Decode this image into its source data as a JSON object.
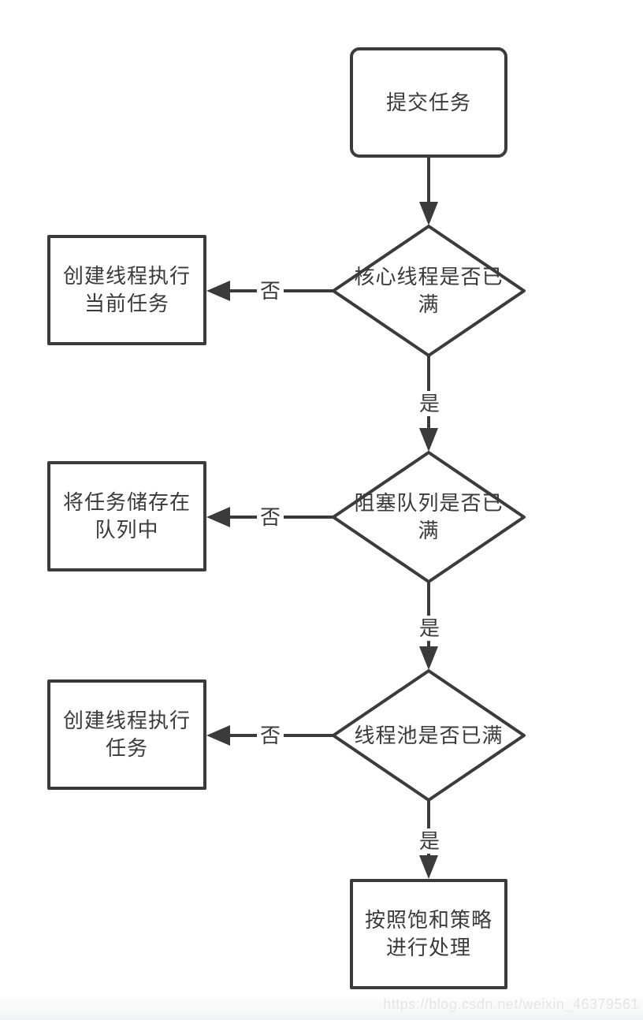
{
  "flowchart": {
    "nodes": {
      "start": {
        "lines": [
          "提交任务"
        ]
      },
      "decision_core_threads": {
        "lines": [
          "核心线程是否已",
          "满"
        ]
      },
      "action_create_thread_current": {
        "lines": [
          "创建线程执行",
          "当前任务"
        ]
      },
      "decision_blocking_queue": {
        "lines": [
          "阻塞队列是否已",
          "满"
        ]
      },
      "action_store_in_queue": {
        "lines": [
          "将任务储存在",
          "队列中"
        ]
      },
      "decision_thread_pool": {
        "lines": [
          "线程池是否已满"
        ]
      },
      "action_create_thread": {
        "lines": [
          "创建线程执行",
          "任务"
        ]
      },
      "end_saturation_policy": {
        "lines": [
          "按照饱和策略",
          "进行处理"
        ]
      }
    },
    "edge_labels": {
      "yes": "是",
      "no": "否"
    }
  },
  "watermark": {
    "text": "https://blog.csdn.net/weixin_46379561"
  },
  "colors": {
    "stroke": "#3b3b3b",
    "text": "#3a3a3a",
    "background": "#ffffff",
    "watermark_text": "#dfdfdf"
  }
}
